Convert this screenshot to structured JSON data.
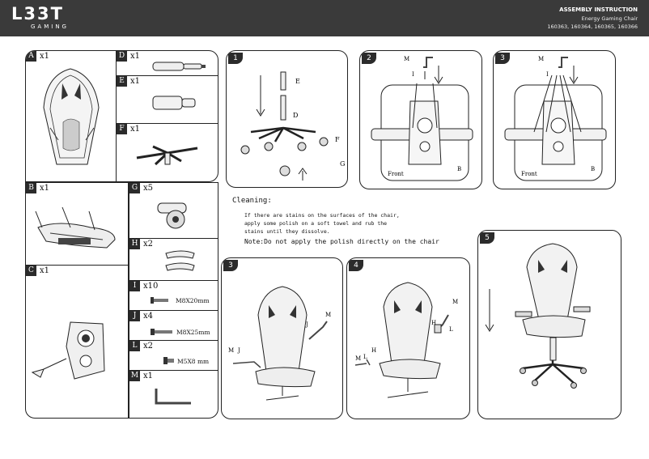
{
  "header": {
    "logo": "L33T",
    "logo_sub": "GAMING",
    "title": "ASSEMBLY INSTRUCTION",
    "product": "Energy Gaming Chair",
    "models": "160363, 160364, 160365, 160366"
  },
  "parts": {
    "A": {
      "tag": "A",
      "qty": "x1"
    },
    "B": {
      "tag": "B",
      "qty": "x1"
    },
    "C": {
      "tag": "C",
      "qty": "x1"
    },
    "D": {
      "tag": "D",
      "qty": "x1"
    },
    "E": {
      "tag": "E",
      "qty": "x1"
    },
    "F": {
      "tag": "F",
      "qty": "x1"
    },
    "G": {
      "tag": "G",
      "qty": "x5"
    },
    "H": {
      "tag": "H",
      "qty": "x2"
    },
    "I": {
      "tag": "I",
      "qty": "x10",
      "spec": "M8X20mm"
    },
    "J": {
      "tag": "J",
      "qty": "x4",
      "spec": "M8X25mm"
    },
    "L": {
      "tag": "L",
      "qty": "x2",
      "spec": "M5X8 mm"
    },
    "M": {
      "tag": "M",
      "qty": "x1"
    }
  },
  "steps": {
    "s1": "1",
    "s2": "2",
    "s3a": "3",
    "s3b": "3",
    "s4": "4",
    "s5": "5"
  },
  "step_labels": {
    "E": "E",
    "D": "D",
    "F": "F",
    "G": "G",
    "M": "M",
    "I": "I",
    "B": "B",
    "front": "Front",
    "J": "J",
    "L": "L",
    "H": "H"
  },
  "cleaning": {
    "title": "Cleaning:",
    "line1": "If there are stains on the surfaces of the chair,",
    "line2": "apply some polish on a soft towel and rub the",
    "line3": "stains until they dissolve.",
    "note": "Note:Do not apply the polish directly on the chair"
  }
}
